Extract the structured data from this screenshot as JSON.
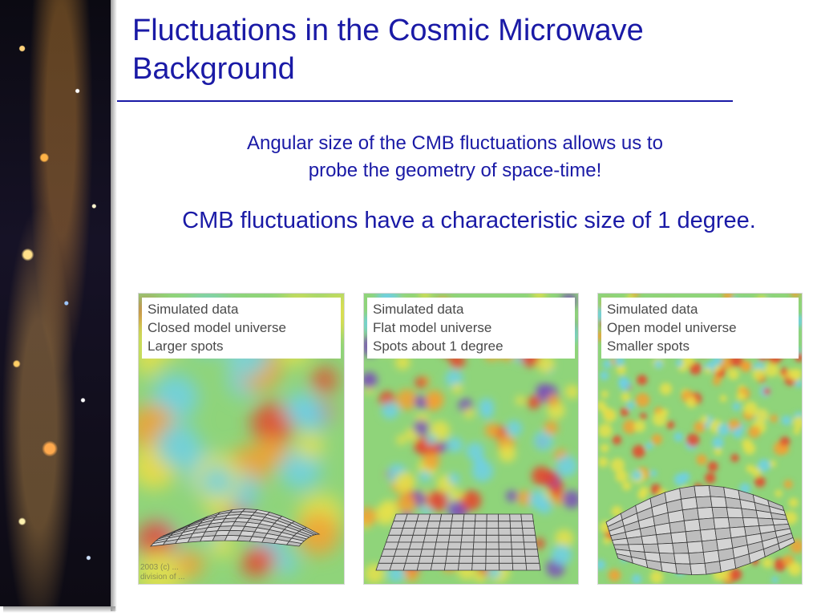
{
  "slide": {
    "title_line1": "Fluctuations in the Cosmic Microwave",
    "title_line2": "Background",
    "subtitle_line1": "Angular size of the CMB fluctuations allows us to",
    "subtitle_line2": "probe the geometry of space-time!",
    "statement": "CMB fluctuations have a characteristic size of 1 degree."
  },
  "panels": [
    {
      "lines": [
        "Simulated data",
        "Closed model universe",
        "Larger spots"
      ],
      "surface": "closed",
      "credit_line1": "2003 (c) ...",
      "credit_line2": "division of ..."
    },
    {
      "lines": [
        "Simulated data",
        "Flat model universe",
        "Spots about 1 degree"
      ],
      "surface": "flat"
    },
    {
      "lines": [
        "Simulated data",
        "Open model universe",
        "Smaller spots"
      ],
      "surface": "open"
    }
  ],
  "colors": {
    "title_blue": "#1a1aa6",
    "map_base": "#8fd47a",
    "spot_red": "#e8432a",
    "spot_orange": "#f2a032",
    "spot_yellow": "#e6e04a",
    "spot_cyan": "#6fd0e6",
    "spot_purple": "#7a4fb8",
    "mesh_fill": "#c9c9c9",
    "mesh_line": "#3a3a3a"
  }
}
